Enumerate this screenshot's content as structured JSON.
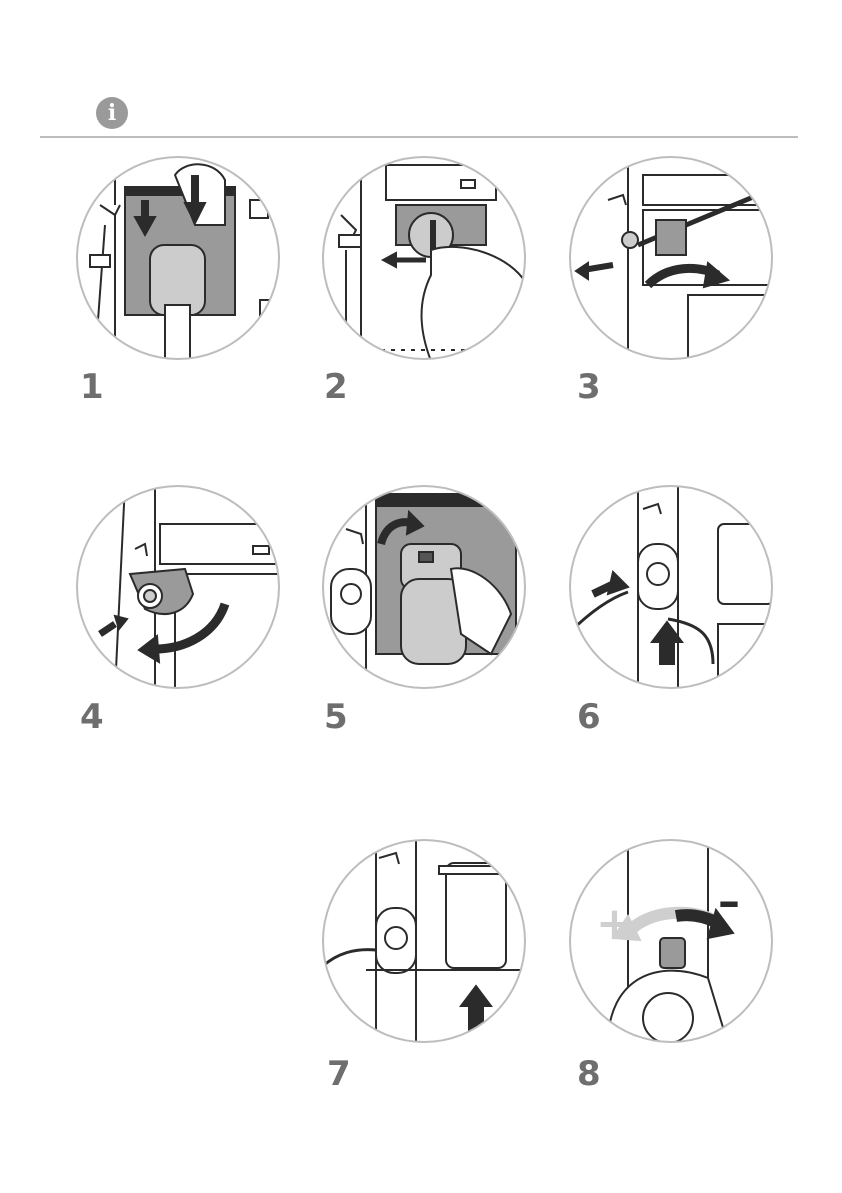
{
  "header": {
    "icon": "info-icon",
    "icon_glyph": "i"
  },
  "steps": [
    {
      "number": "1",
      "icon": "remove-drip-tray-illustration"
    },
    {
      "number": "2",
      "icon": "remove-brew-unit-illustration"
    },
    {
      "number": "3",
      "icon": "remove-steam-wand-illustration"
    },
    {
      "number": "4",
      "icon": "remove-milk-frother-illustration"
    },
    {
      "number": "5",
      "icon": "insert-drip-tray-illustration"
    },
    {
      "number": "6",
      "icon": "attach-milk-tube-illustration"
    },
    {
      "number": "7",
      "icon": "insert-milk-container-illustration"
    },
    {
      "number": "8",
      "icon": "adjust-knob-illustration"
    }
  ],
  "knob_labels": {
    "plus": "+",
    "minus": "–"
  },
  "colors": {
    "line": "#2b2b2b",
    "circle": "#bdbdbd",
    "number": "#6e6e6e",
    "panel": "#9a9a9a",
    "icon": "#9a9a9a"
  }
}
